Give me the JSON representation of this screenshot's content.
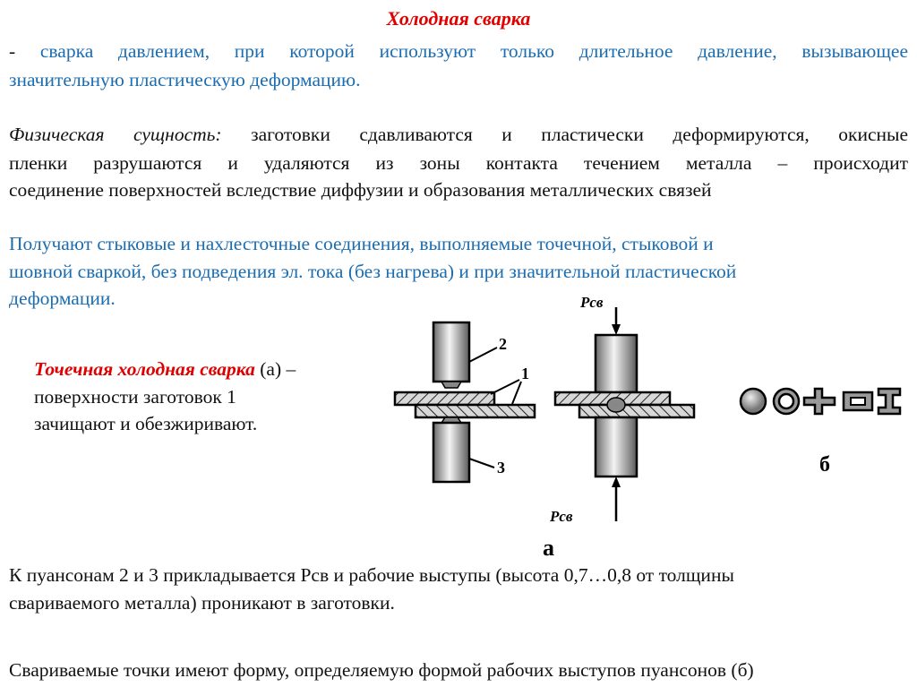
{
  "title": "Холодная сварка",
  "definition": {
    "dash": "-",
    "line1": "сварка давлением, при которой используют только длительное давление, вызывающее",
    "line2": "значительную пластическую деформацию."
  },
  "physical": {
    "label": "Физическая сущность:",
    "line1": "заготовки сдавливаются и пластически деформируются, окисные",
    "line2": "пленки разрушаются и удаляются из зоны контакта течением металла – происходит",
    "line3": "соединение поверхностей вследствие диффузии и образования металлических связей"
  },
  "joints": {
    "line1": "Получают стыковые и нахлесточные соединения, выполняемые точечной, стыковой и",
    "line2": "шовной сваркой, без подведения эл. тока (без нагрева) и при значительной пластической",
    "line3": "деформации."
  },
  "spot": {
    "label": "Точечная холодная сварка",
    "rest1": " (а) –",
    "line2": "поверхности заготовок 1",
    "line3": "зачищают и обезжиривают."
  },
  "diagram": {
    "label_2": "2",
    "label_1": "1",
    "label_3": "3",
    "force_top": "Рсв",
    "force_bottom": "Рсв",
    "caption_a": "а",
    "caption_b": "б"
  },
  "punches": {
    "line1": "К пуансонам 2 и 3 прикладывается Рсв и рабочие выступы (высота 0,7…0,8 от толщины",
    "line2": "свариваемого металла) проникают в заготовки."
  },
  "points": {
    "line1": "Свариваемые точки имеют форму, определяемую формой рабочих выступов пуансонов (б)"
  },
  "colors": {
    "title": "#e00000",
    "accent_blue": "#1c6db0"
  }
}
